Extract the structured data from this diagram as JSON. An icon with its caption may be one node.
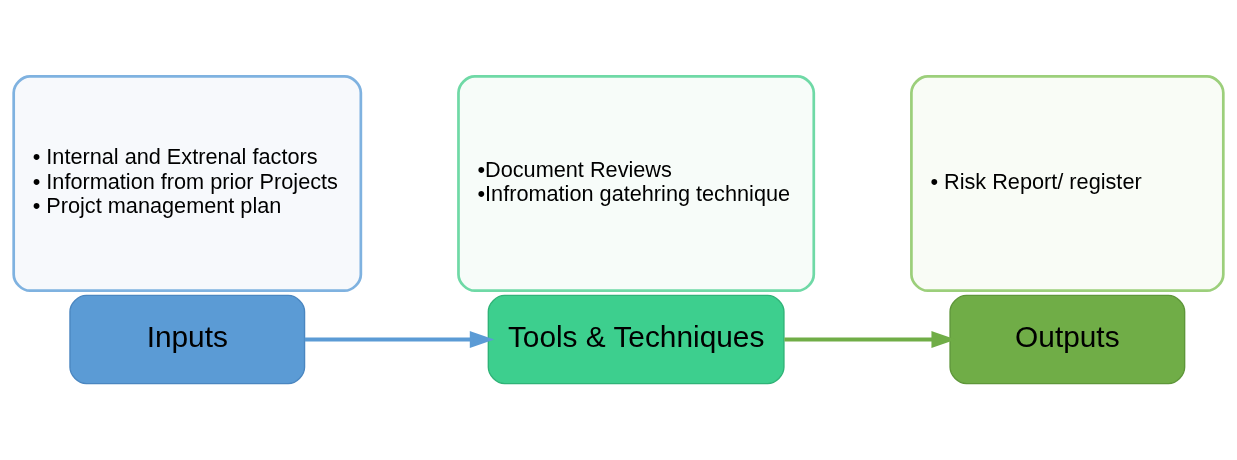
{
  "diagram": {
    "nodes": [
      {
        "text": [
          "Inputs"
        ]
      },
      {
        "text": [
          "• Internal and Extrenal factors",
          "• Information from prior Projects",
          "• Projct management plan"
        ]
      },
      {
        "text": [
          "Tools & Techniques"
        ]
      },
      {
        "text": [
          "•Document Reviews",
          "•Infromation gatehring technique"
        ]
      },
      {
        "text": [
          "Outputs"
        ]
      },
      {
        "text": [
          "• Risk Report/ register"
        ]
      }
    ],
    "edges": [
      {
        "from": 0,
        "to": 2,
        "arrow": "to",
        "color": "#5b9bd5"
      },
      {
        "from": 2,
        "to": 4,
        "arrow": "to",
        "color": "#70ad47"
      }
    ]
  }
}
